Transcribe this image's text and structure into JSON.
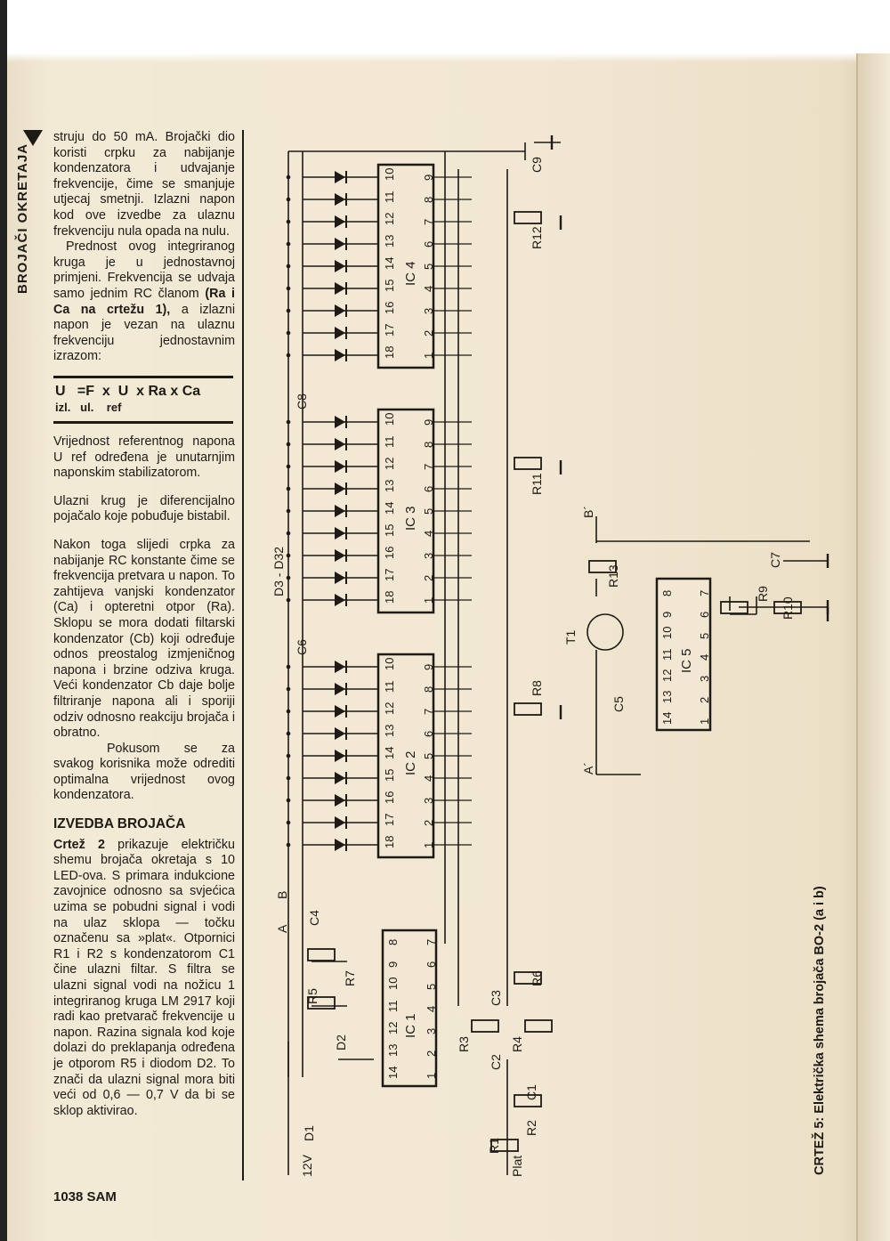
{
  "side_title": "BROJAČI OKRETAJA",
  "column1": {
    "p1": "struju do 50 mA. Brojački dio koristi crpku za nabijanje kondenzatora i udvajanje frekvencije, čime se smanjuje utjecaj smetnji. Izlazni napon kod ove izvedbe za ulaznu frekvenciju nula opada na nulu.",
    "p2": "Prednost ovog integriranog kruga je u jednostavnoj primjeni. Frekvencija se udvaja samo jednim RC članom",
    "p2_bold": "(Ra i Ca na crtežu 1),",
    "p2_end": "a izlazni napon je vezan na ulaznu frekvenciju jednostavnim izrazom:"
  },
  "formula": {
    "main": "U   =F  x  U  x Ra x Ca",
    "subscripts": "izl.   ul.    ref"
  },
  "column2": {
    "p3": "Vrijednost referentnog napona U ref određena je unutarnjim naponskim stabilizatorom.",
    "p4": "Ulazni krug je diferencijalno pojačalo koje pobuđuje bistabil.",
    "p5": "Nakon toga slijedi crpka za nabijanje RC konstante čime se frekvencija pretvara u napon. To zahtijeva vanjski kondenzator (Ca) i opteretni otpor (Ra). Sklopu se mora dodati filtarski kondenzator (Cb) koji određuje odnos preostalog izmjeničnog napona i brzine odziva kruga. Veći kondenzator Cb daje bolje filtriranje napona ali i sporiji odziv odnosno reakciju brojača i obratno.",
    "p6": "Pokusom se za svakog korisnika može odrediti optimalna vrijednost ovog kondenzatora.",
    "heading": "IZVEDBA BROJAČA",
    "p7_bold": "Crtež 2",
    "p7": "prikazuje električku shemu brojača okretaja s 10 LED-ova. S primara indukcione zavojnice odnosno sa svjećica uzima se pobudni signal i vodi na ulaz sklopa — točku označenu sa »plat«. Otpornici R1 i R2 s kondenzatorom C1 čine ulazni filtar. S filtra se ulazni signal vodi na nožicu 1 integriranog kruga LM 2917 koji radi kao pretvarač frekvencije u napon. Razina signala kod koje dolazi do preklapanja određena je otporom R5 i diodom D2. To znači da ulazni signal mora biti veći od 0,6 — 0,7 V da bi se sklop aktivirao."
  },
  "footer": "1038 SAM",
  "caption": "CRTEŽ 5: Električka shema brojača BO-2 (a i b)",
  "schematic": {
    "ic_labels": [
      "IC 4",
      "IC 3",
      "IC 2",
      "IC 1",
      "IC 5"
    ],
    "pins_led_top": [
      "18",
      "17",
      "16",
      "15",
      "14",
      "13",
      "12",
      "11",
      "10"
    ],
    "pins_led_bottom": [
      "1",
      "2",
      "3",
      "4",
      "5",
      "6",
      "7",
      "8",
      "9"
    ],
    "ic1_top": [
      "14",
      "13",
      "12",
      "11",
      "10",
      "9",
      "8"
    ],
    "ic1_bottom": [
      "1",
      "2",
      "3",
      "4",
      "5",
      "6",
      "7"
    ],
    "ic5_top": [
      "14",
      "13",
      "12",
      "11",
      "10",
      "9",
      "8"
    ],
    "ic5_bottom": [
      "1",
      "2",
      "3",
      "4",
      "5",
      "6",
      "7"
    ],
    "diode_bus": "D3 - D32",
    "components": {
      "c9": "C9",
      "r12": "R12",
      "c8": "C8",
      "r11": "R11",
      "c6": "C6",
      "r8": "R8",
      "c4": "C4",
      "b": "B",
      "a": "A",
      "r5": "R5",
      "r7": "R7",
      "d2": "D2",
      "r6": "R6",
      "c3": "C3",
      "r3": "R3",
      "r4": "R4",
      "c2": "C2",
      "c1": "C1",
      "r2": "R2",
      "r1": "R1",
      "plat": "Plat",
      "d1": "D1",
      "v12": "12V",
      "t1": "T1",
      "r13": "R13",
      "c5": "C5",
      "r9": "R9",
      "r10": "R10",
      "c7": "C7",
      "b_prime": "B´",
      "a_prime": "A´"
    }
  },
  "colors": {
    "paper": "#f0e6d0",
    "ink": "#1e1a16"
  }
}
